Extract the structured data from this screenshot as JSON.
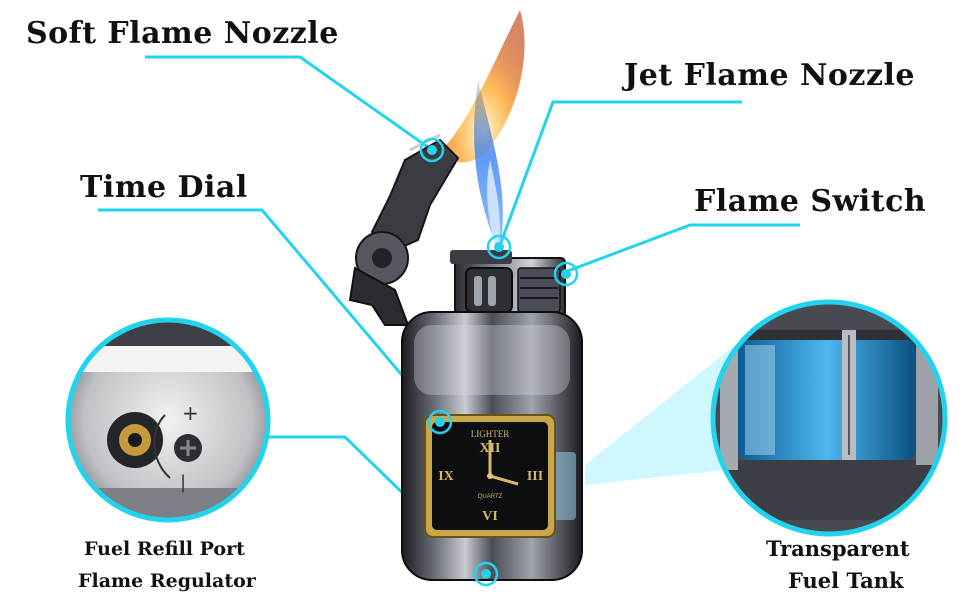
{
  "product": "lighter",
  "accent_color": "#22d3ee",
  "callouts": {
    "soft_flame_nozzle": "Soft Flame Nozzle",
    "jet_flame_nozzle": "Jet Flame Nozzle",
    "time_dial": "Time Dial",
    "flame_switch": "Flame Switch",
    "fuel_refill_port": "Fuel Refill Port",
    "flame_regulator": "Flame Regulator",
    "transparent": "Transparent",
    "fuel_tank": "Fuel Tank"
  },
  "watch_face": {
    "brand": "LIGHTER",
    "movement": "QUARTZ",
    "numerals": [
      "XII",
      "III",
      "VI",
      "IX"
    ]
  },
  "regulator_marks": {
    "plus": "+",
    "minus": "|"
  }
}
